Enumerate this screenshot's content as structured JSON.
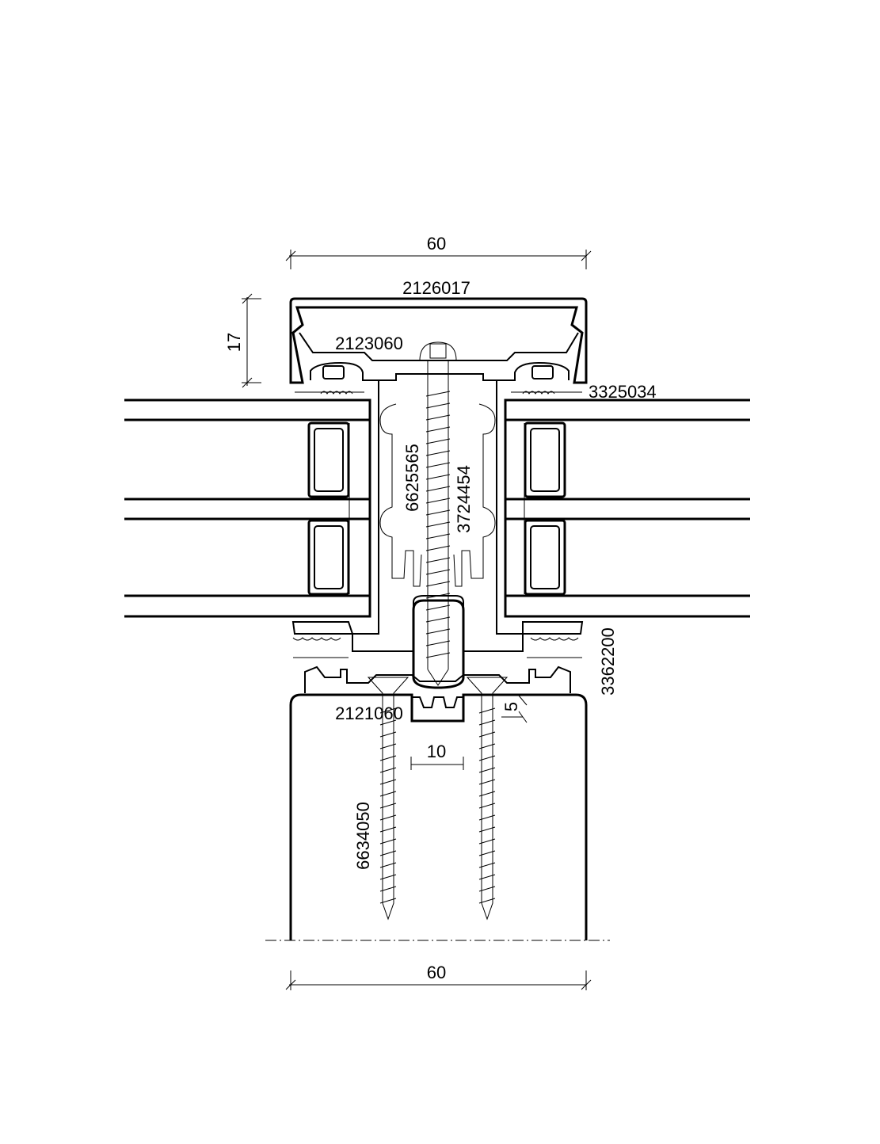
{
  "dimensions": {
    "top_width": "60",
    "cap_height": "17",
    "bottom_width": "60",
    "gap": "10",
    "offset": "5"
  },
  "part_numbers": {
    "cover_cap": "2126017",
    "pressure_plate": "2123060",
    "outer_gasket": "3325034",
    "screw_sleeve": "6625565",
    "mullion_screw": "3724454",
    "inner_gasket": "3362200",
    "base_profile": "2121060",
    "wood_screw": "6634050"
  }
}
